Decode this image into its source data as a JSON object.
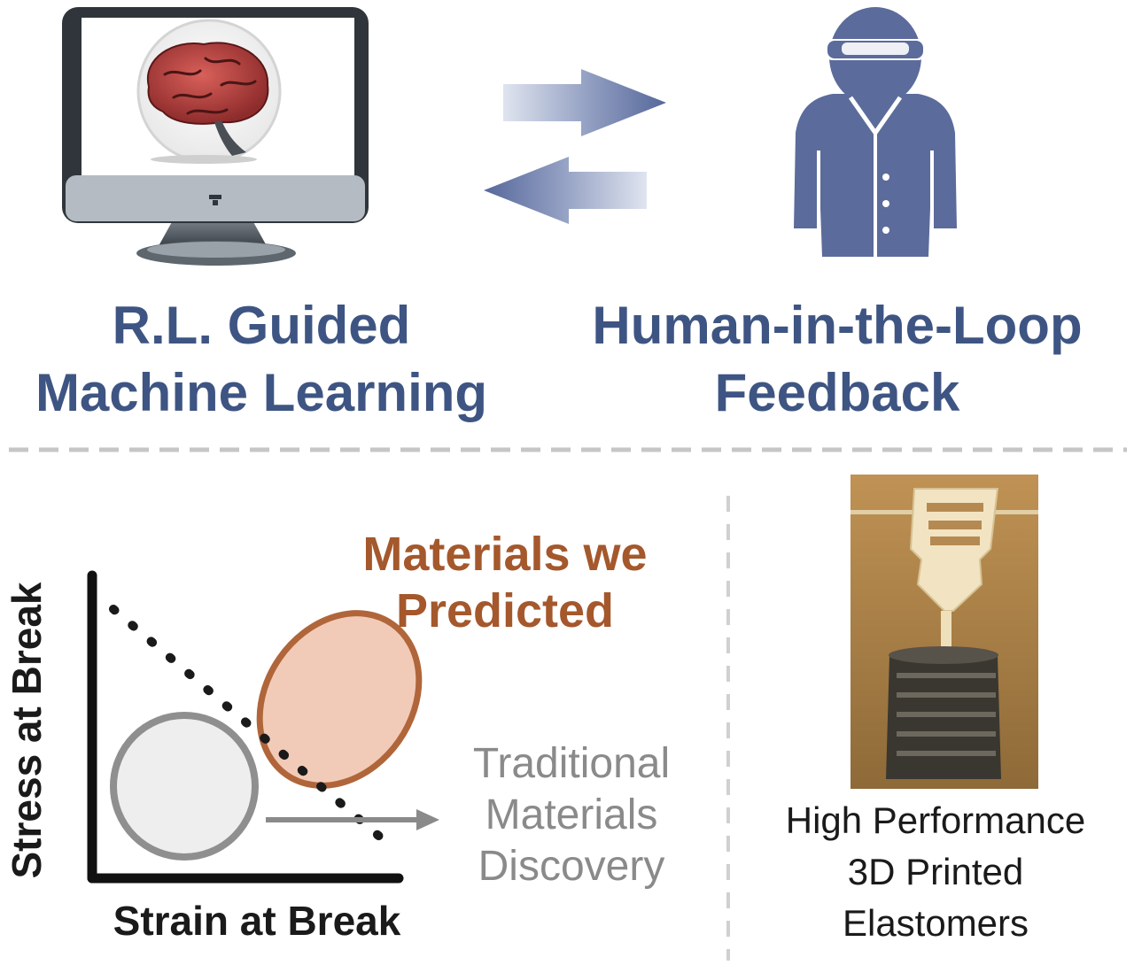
{
  "top": {
    "left_label": [
      "R.L. Guided",
      "Machine Learning"
    ],
    "right_label": [
      "Human-in-the-Loop",
      "Feedback"
    ]
  },
  "plot": {
    "ylabel": "Stress at Break",
    "xlabel": "Strain at Break",
    "predicted_label": [
      "Materials we",
      "Predicted"
    ],
    "traditional_label": [
      "Traditional",
      "Materials",
      "Discovery"
    ]
  },
  "printed": {
    "caption": [
      "High Performance",
      "3D Printed",
      "Elastomers"
    ]
  },
  "colors": {
    "blue_text": "#3e5583",
    "arrow_blue": "#5a6c9c",
    "figure_blue": "#5b6b9b",
    "orange_text": "#a4582c",
    "ellipse_fill": "#f2cbb8",
    "ellipse_stroke": "#b0663a",
    "gray_text": "#8a8a8a"
  },
  "icons": [
    "monitor-icon",
    "brain-icon",
    "arrow-right-icon",
    "arrow-left-icon",
    "scientist-icon",
    "printed-elastomer-photo"
  ]
}
